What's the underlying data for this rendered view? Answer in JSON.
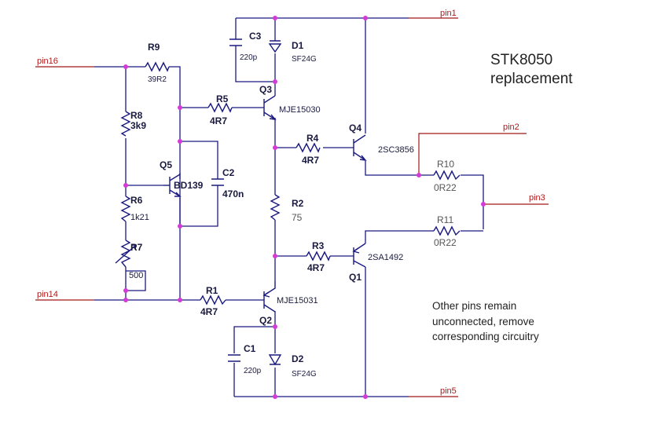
{
  "title": {
    "line1": "STK8050",
    "line2": "replacement"
  },
  "note": {
    "line1": "Other pins remain",
    "line2": "unconnected, remove",
    "line3": "corresponding circuitry"
  },
  "pins": {
    "pin1": "pin1",
    "pin2": "pin2",
    "pin3": "pin3",
    "pin5": "pin5",
    "pin14": "pin14",
    "pin16": "pin16"
  },
  "components": {
    "R1": {
      "name": "R1",
      "value": "4R7"
    },
    "R2": {
      "name": "R2",
      "value": "75"
    },
    "R3": {
      "name": "R3",
      "value": "4R7"
    },
    "R4": {
      "name": "R4",
      "value": "4R7"
    },
    "R5": {
      "name": "R5",
      "value": "4R7"
    },
    "R6": {
      "name": "R6",
      "value": "1k21"
    },
    "R7": {
      "name": "R7",
      "value": "500"
    },
    "R8": {
      "name": "R8",
      "value": "3k9"
    },
    "R9": {
      "name": "R9",
      "value": "39R2"
    },
    "R10": {
      "name": "R10",
      "value": "0R22"
    },
    "R11": {
      "name": "R11",
      "value": "0R22"
    },
    "C1": {
      "name": "C1",
      "value": "220p"
    },
    "C2": {
      "name": "C2",
      "value": "470n"
    },
    "C3": {
      "name": "C3",
      "value": "220p"
    },
    "D1": {
      "name": "D1",
      "value": "SF24G"
    },
    "D2": {
      "name": "D2",
      "value": "SF24G"
    },
    "Q1": {
      "name": "Q1",
      "value": "2SA1492"
    },
    "Q2": {
      "name": "Q2",
      "value": "MJE15031"
    },
    "Q3": {
      "name": "Q3",
      "value": "MJE15030"
    },
    "Q4": {
      "name": "Q4",
      "value": "2SC3856"
    },
    "Q5": {
      "name": "Q5",
      "value": "BD139"
    }
  }
}
